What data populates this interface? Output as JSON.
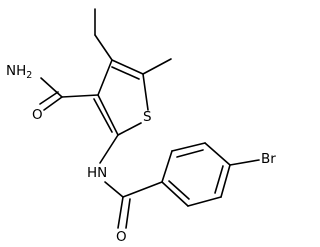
{
  "molecule": {
    "atom_labels": {
      "amide_nh2": "NH",
      "amide_nh2_subscript": "2",
      "amide_oxygen": "O",
      "sulfur": "S",
      "amine_nh": "HN",
      "benzamide_oxygen": "O",
      "bromine": "Br"
    },
    "colors": {
      "bond": "#000000",
      "label": "#000000",
      "background": "#ffffff"
    }
  }
}
